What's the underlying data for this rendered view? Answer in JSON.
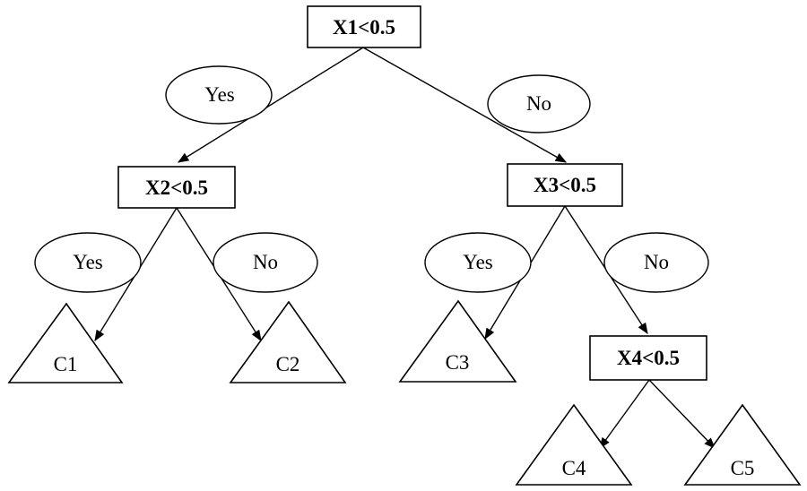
{
  "tree": {
    "nodes": {
      "x1": "X1<0.5",
      "x2": "X2<0.5",
      "x3": "X3<0.5",
      "x4": "X4<0.5"
    },
    "branches": {
      "x1_yes": "Yes",
      "x1_no": "No",
      "x2_yes": "Yes",
      "x2_no": "No",
      "x3_yes": "Yes",
      "x3_no": "No"
    },
    "leaves": {
      "c1": "C1",
      "c2": "C2",
      "c3": "C3",
      "c4": "C4",
      "c5": "C5"
    }
  }
}
